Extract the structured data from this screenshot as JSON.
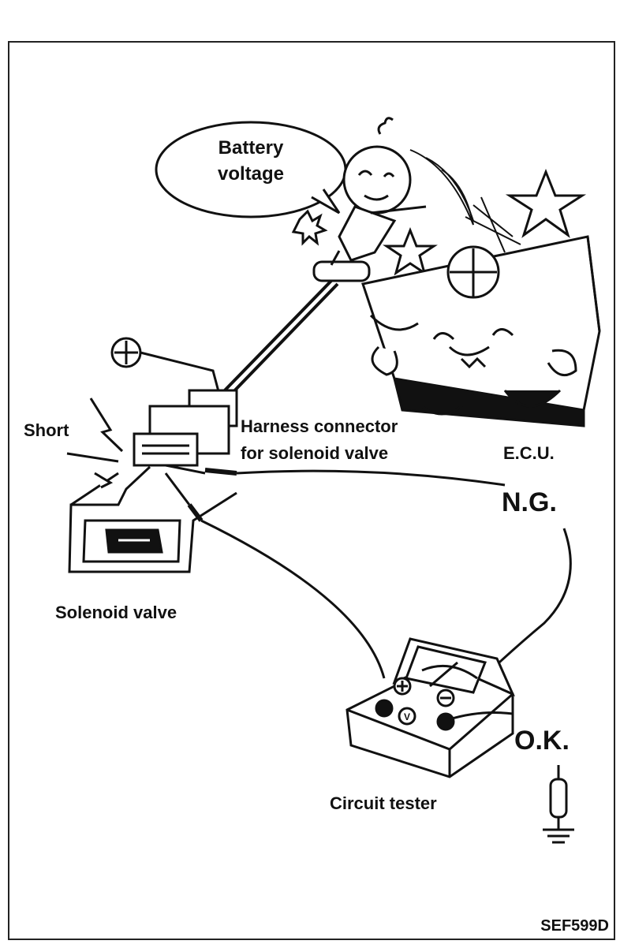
{
  "diagram": {
    "labels": {
      "battery_voltage_line1": "Battery",
      "battery_voltage_line2": "voltage",
      "short": "Short",
      "harness_line1": "Harness connector",
      "harness_line2": "for solenoid valve",
      "ecu": "E.C.U.",
      "ng": "N.G.",
      "solenoid": "Solenoid valve",
      "ok": "O.K.",
      "tester": "Circuit tester",
      "figure_code": "SEF599D"
    },
    "symbols": {
      "positive": "⊕",
      "negative": "⊖",
      "voltmeter": "V"
    }
  }
}
